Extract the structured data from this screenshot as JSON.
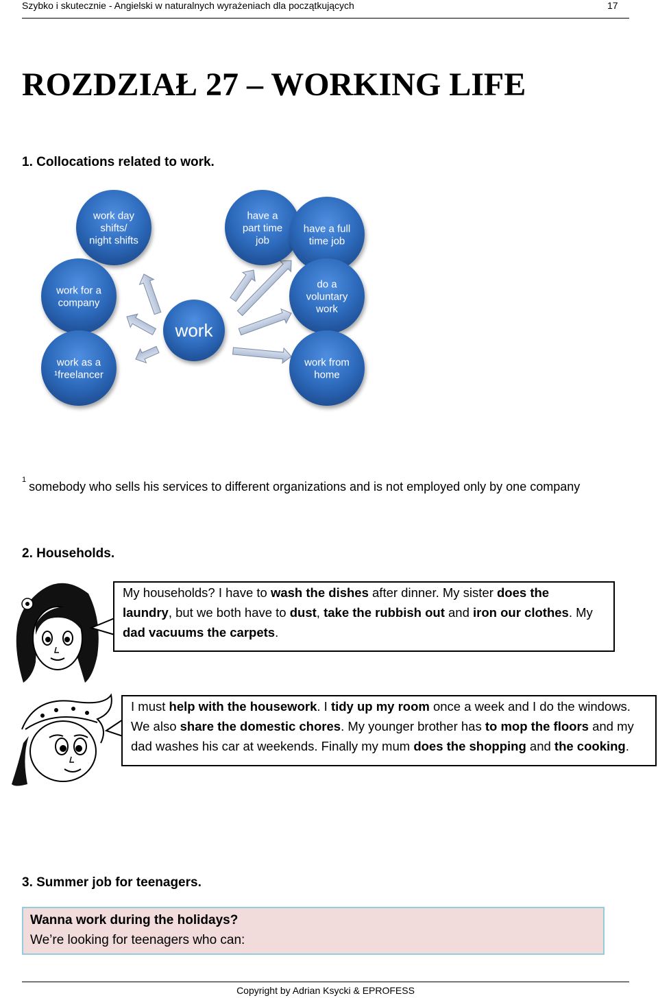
{
  "header": {
    "book_title": "Szybko i skutecznie - Angielski w naturalnych wyrażeniach dla początkujących",
    "page_number": "17"
  },
  "chapter_title": "ROZDZIAŁ 27 – WORKING LIFE",
  "section1": {
    "title": "1. Collocations related to work.",
    "diagram": {
      "center": "work",
      "nodes": [
        {
          "lines": [
            "work day",
            "shifts/",
            "night shifts"
          ]
        },
        {
          "lines": [
            "have a",
            "part time",
            "job"
          ]
        },
        {
          "lines": [
            "have a full",
            "time job"
          ]
        },
        {
          "lines": [
            "work for a",
            "company"
          ]
        },
        {
          "lines": [
            "do a",
            "voluntary",
            "work"
          ]
        },
        {
          "lines": [
            "work as a",
            "¹freelancer"
          ]
        },
        {
          "lines": [
            "work from",
            "home"
          ]
        }
      ],
      "color": "#2e6bbd"
    },
    "footnote_mark": "1",
    "footnote_text": "somebody who sells his services to different organizations and is not employed only by one company"
  },
  "section2": {
    "title": "2. Households.",
    "bubble1": [
      [
        {
          "t": "My households? I have to "
        },
        {
          "t": "wash the dishes",
          "b": true
        },
        {
          "t": " after dinner. My sister "
        },
        {
          "t": "does the",
          "b": true
        }
      ],
      [
        {
          "t": "laundry",
          "b": true
        },
        {
          "t": ", but we both have to "
        },
        {
          "t": "dust",
          "b": true
        },
        {
          "t": ", "
        },
        {
          "t": "take the rubbish out",
          "b": true
        },
        {
          "t": " and "
        },
        {
          "t": "iron our clothes",
          "b": true
        },
        {
          "t": ". My"
        }
      ],
      [
        {
          "t": "dad vacuums the carpets",
          "b": true
        },
        {
          "t": "."
        }
      ]
    ],
    "bubble2": [
      [
        {
          "t": "I must "
        },
        {
          "t": "help with the housework",
          "b": true
        },
        {
          "t": ". I "
        },
        {
          "t": "tidy up my room",
          "b": true
        },
        {
          "t": " once a week and I do the windows."
        }
      ],
      [
        {
          "t": "We also "
        },
        {
          "t": "share the domestic chores",
          "b": true
        },
        {
          "t": ". My younger brother has "
        },
        {
          "t": "to mop the floors",
          "b": true
        },
        {
          "t": " and my"
        }
      ],
      [
        {
          "t": "dad washes his car at weekends. Finally my mum "
        },
        {
          "t": "does the shopping",
          "b": true
        },
        {
          "t": " and "
        },
        {
          "t": "the cooking",
          "b": true
        },
        {
          "t": "."
        }
      ]
    ]
  },
  "section3": {
    "title": "3. Summer job for teenagers.",
    "box_heading": "Wanna work during the holidays?",
    "box_text": "We’re looking for teenagers who can:"
  },
  "footer": {
    "copyright": "Copyright by Adrian Ksycki & EPROFESS"
  }
}
